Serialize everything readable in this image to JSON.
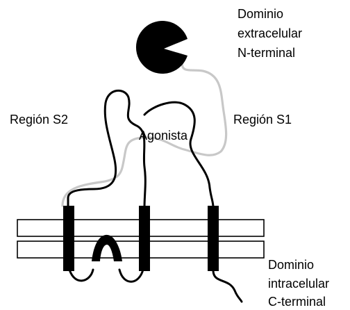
{
  "labels": {
    "extracellular": [
      "Dominio",
      "extracelular",
      "N-terminal"
    ],
    "region_s2": "Región S2",
    "region_s1": "Región S1",
    "agonist": "Agonista",
    "intracellular": [
      "Dominio",
      "intracelular",
      "C-terminal"
    ]
  },
  "colors": {
    "receptor_chain": "#000000",
    "linker_chain": "#c8c8c8",
    "membrane_outline": "#000000",
    "background": "#ffffff"
  }
}
